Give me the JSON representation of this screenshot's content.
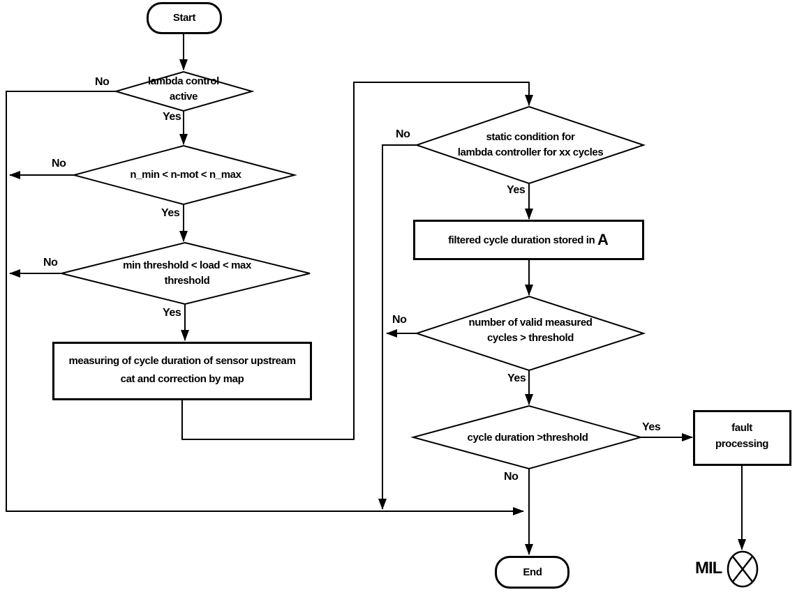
{
  "diagram": {
    "type": "flowchart",
    "stroke_color": "#000000",
    "background_color": "#ffffff",
    "labels": {
      "yes": "Yes",
      "no": "No"
    },
    "nodes": {
      "start": {
        "label": "Start",
        "shape": "terminator"
      },
      "lambda_active": {
        "shape": "decision",
        "lines": [
          "lambda control",
          "active"
        ]
      },
      "rpm_range": {
        "shape": "decision",
        "lines": [
          "n_min < n-mot < n_max"
        ]
      },
      "load_range": {
        "shape": "decision",
        "lines": [
          "min threshold < load < max",
          "threshold"
        ]
      },
      "measure_cycle": {
        "shape": "process",
        "lines": [
          "measuring of cycle duration of sensor upstream",
          "cat and correction by map"
        ]
      },
      "static_condition": {
        "shape": "decision",
        "lines": [
          "static condition for",
          "lambda controller for xx cycles"
        ]
      },
      "filtered_stored": {
        "shape": "process",
        "main": "filtered cycle duration stored in",
        "suffix": "A"
      },
      "valid_cycles": {
        "shape": "decision",
        "lines": [
          "number of valid measured",
          "cycles > threshold"
        ]
      },
      "cycle_threshold": {
        "shape": "decision",
        "lines": [
          "cycle duration  >threshold"
        ]
      },
      "fault_processing": {
        "shape": "process",
        "lines": [
          "fault",
          "processing"
        ]
      },
      "end": {
        "label": "End",
        "shape": "terminator"
      },
      "mil": {
        "label": "MIL",
        "shape": "indicator-lamp"
      }
    }
  }
}
